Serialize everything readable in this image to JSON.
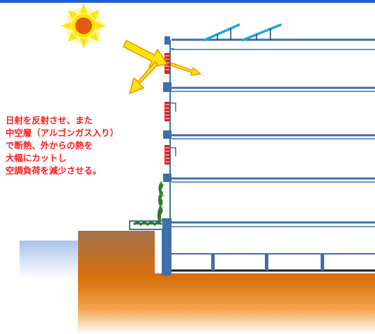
{
  "caption": {
    "lines": [
      "日射を反射させ、また",
      "中空層（アルゴンガス入り）",
      "で断熱、外からの熱を",
      "大幅にカットし",
      "空調負荷を減少させる。"
    ]
  },
  "colors": {
    "top_bar": "#1f5fd1",
    "sun_rays": "#ffe600",
    "sun_core": "#e35b12",
    "building_blue": "#3d6fa8",
    "slab_dark": "#1f3f6b",
    "solar_panel": "#1aa6e8",
    "arrow_fill": "#ffe400",
    "arrow_stroke": "#f08c00",
    "glass_red": "#e0211f",
    "soil_light": "#ffefcf",
    "soil_dark": "#d96f0d",
    "water": "#bfd3f0",
    "planting": "#2c7a2c"
  },
  "icons": [
    "sun-icon",
    "solar-panel-icon",
    "reflected-sunlight-arrow",
    "transmitted-heat-arrow",
    "insulated-glass-icon",
    "green-wall-icon"
  ]
}
